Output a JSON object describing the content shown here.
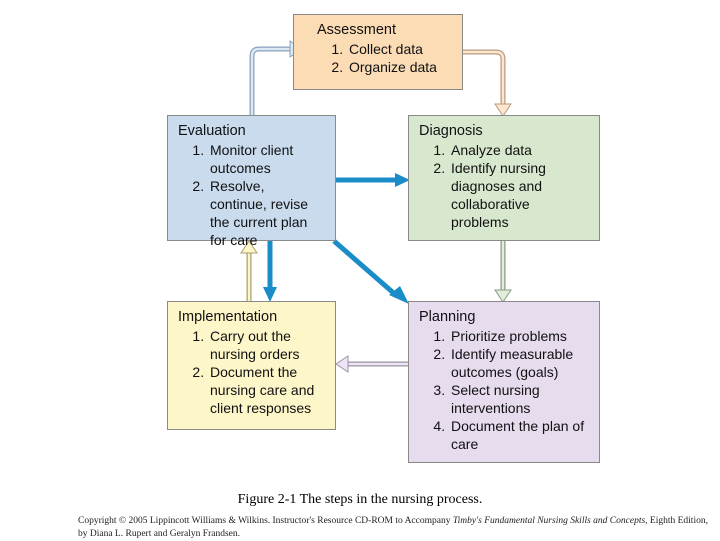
{
  "boxes": {
    "assessment": {
      "title": "Assessment",
      "items": [
        "Collect data",
        "Organize data"
      ],
      "color": "#fbdcb5"
    },
    "diagnosis": {
      "title": "Diagnosis",
      "items": [
        "Analyze data",
        "Identify nursing diagnoses and collaborative problems"
      ],
      "color": "#d8e8cf"
    },
    "planning": {
      "title": "Planning",
      "items": [
        "Prioritize problems",
        "Identify measurable outcomes (goals)",
        "Select nursing interventions",
        "Document the plan of care"
      ],
      "color": "#e6dcee"
    },
    "implementation": {
      "title": "Implementation",
      "items": [
        "Carry out the nursing orders",
        "Document the nursing care and client responses"
      ],
      "color": "#fdf6c8"
    },
    "evaluation": {
      "title": "Evaluation",
      "items": [
        "Monitor client outcomes",
        "Resolve, continue, revise the current plan for care"
      ],
      "color": "#c9dbed"
    }
  },
  "feedback_arrow_color": "#1a8cc8",
  "caption": "Figure 2-1 The steps in the nursing process.",
  "copyright": {
    "pre": "Copyright © 2005 Lippincott Williams & Wilkins. Instructor's Resource CD-ROM to Accompany ",
    "book": "Timby's Fundamental Nursing Skills and Concepts",
    "post": ", Eighth Edition,",
    "line2": "by Diana L. Rupert and Geralyn Frandsen."
  }
}
